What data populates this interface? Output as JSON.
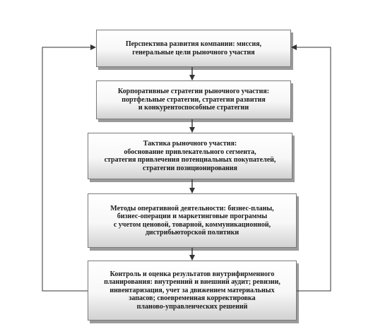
{
  "diagram": {
    "boxes": [
      {
        "id": "b1",
        "text": "Перспектива развития компании: миссия,\nгенеральные цели рыночного участия"
      },
      {
        "id": "b2",
        "text": "Корпоративные стратегии рыночного участия:\nпортфельные стратегии, стратегии развития\nи конкурентоспособные стратегии"
      },
      {
        "id": "b3",
        "text": "Тактика рыночного участия:\nобоснование привлекательного сегмента,\nстратегия привлечения потенциальных покупателей,\nстратегии позиционирования"
      },
      {
        "id": "b4",
        "text": "Методы оперативной деятельности: бизнес-планы,\nбизнес-операции и маркетинговые программы\nс учетом ценовой, товарной, коммуникационной,\nдистрибьюторской политики"
      },
      {
        "id": "b5",
        "text": "Контроль и оценка результатов внутрифирменного\nпланирования: внутренний и внешний аудит; ревизии,\nинвентаризация, учет за движением материальных\nзапасов; своевременная корректировка\nпланово-управленческих решений"
      }
    ],
    "colors": {
      "line": "#333333",
      "border": "#7a7a7a",
      "shadow": "#9a9a9a"
    }
  }
}
